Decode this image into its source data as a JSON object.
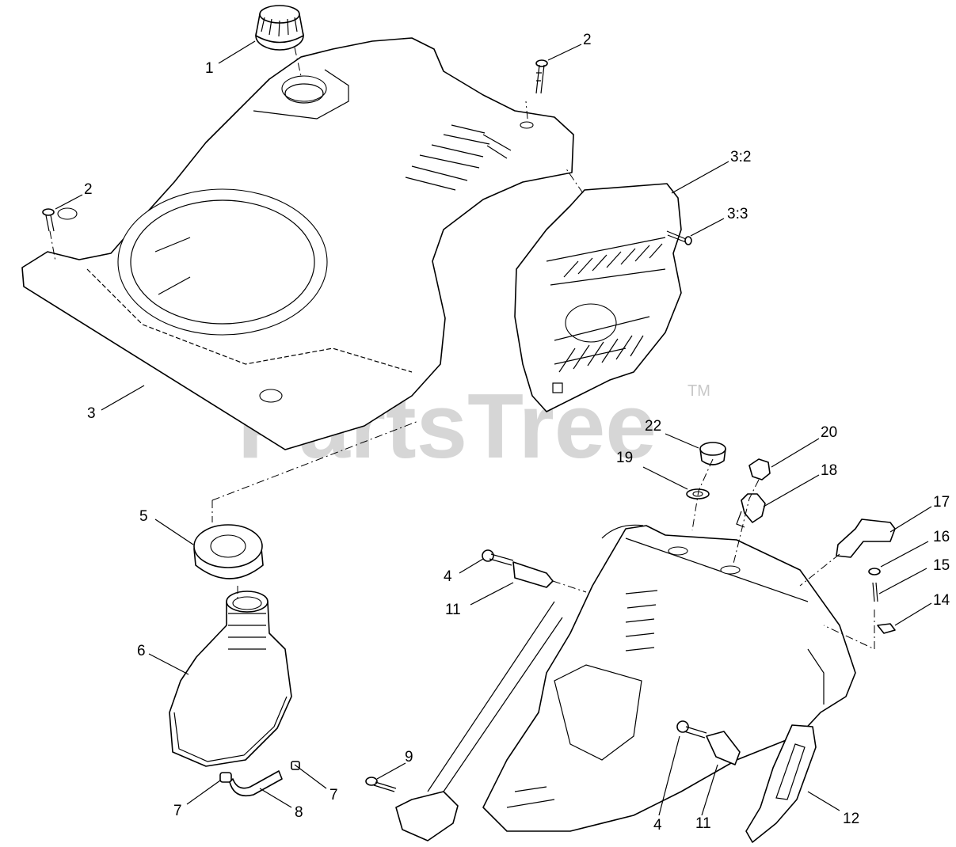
{
  "watermark": {
    "text": "PartsTree",
    "trademark": "TM"
  },
  "callouts": [
    {
      "id": "c1",
      "label": "1"
    },
    {
      "id": "c2a",
      "label": "2"
    },
    {
      "id": "c2b",
      "label": "2"
    },
    {
      "id": "c3",
      "label": "3"
    },
    {
      "id": "c32",
      "label": "3:2"
    },
    {
      "id": "c33",
      "label": "3:3"
    },
    {
      "id": "c4a",
      "label": "4"
    },
    {
      "id": "c4b",
      "label": "4"
    },
    {
      "id": "c5",
      "label": "5"
    },
    {
      "id": "c6",
      "label": "6"
    },
    {
      "id": "c7a",
      "label": "7"
    },
    {
      "id": "c7b",
      "label": "7"
    },
    {
      "id": "c8",
      "label": "8"
    },
    {
      "id": "c9",
      "label": "9"
    },
    {
      "id": "c11a",
      "label": "11"
    },
    {
      "id": "c11b",
      "label": "11"
    },
    {
      "id": "c12",
      "label": "12"
    },
    {
      "id": "c14",
      "label": "14"
    },
    {
      "id": "c15",
      "label": "15"
    },
    {
      "id": "c16",
      "label": "16"
    },
    {
      "id": "c17",
      "label": "17"
    },
    {
      "id": "c18",
      "label": "18"
    },
    {
      "id": "c19",
      "label": "19"
    },
    {
      "id": "c20",
      "label": "20"
    },
    {
      "id": "c22",
      "label": "22"
    }
  ]
}
